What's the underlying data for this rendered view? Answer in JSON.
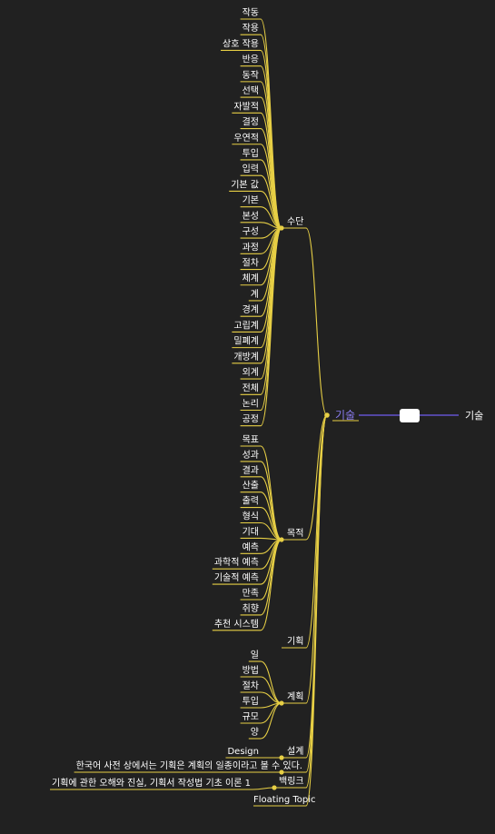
{
  "colors": {
    "background": "#212121",
    "branch_line": "#e7cf45",
    "root_text": "#8a7cf0",
    "right_line": "#6f5cf0",
    "text": "#ffffff"
  },
  "root": {
    "label": "기술"
  },
  "right_node": {
    "label": "기술"
  },
  "branches": [
    {
      "label": "수단",
      "children": [
        "작동",
        "작용",
        "상호 작용",
        "반응",
        "동작",
        "선택",
        "자발적",
        "결정",
        "우연적",
        "투입",
        "입력",
        "기본 값",
        "기본",
        "본성",
        "구성",
        "과정",
        "절차",
        "체계",
        "계",
        "경계",
        "고립계",
        "밀폐계",
        "개방계",
        "외계",
        "전체",
        "논리",
        "공정"
      ]
    },
    {
      "label": "목적",
      "children": [
        "목표",
        "성과",
        "결과",
        "산출",
        "출력",
        "형식",
        "기대",
        "예측",
        "과학적 예측",
        "기술적 예측",
        "만족",
        "취향",
        "추천 시스템"
      ]
    },
    {
      "label": "기획",
      "children": []
    },
    {
      "label": "계획",
      "children": [
        "일",
        "방법",
        "절차",
        "투입",
        "규모",
        "양"
      ]
    },
    {
      "label": "설계",
      "children": [
        "Design"
      ]
    },
    {
      "label": "",
      "children": [
        "한국어 사전 상에서는 기획은 계획의 일종이라고 볼 수 있다."
      ]
    },
    {
      "label": "백링크",
      "children": [
        "기획에 관한 오해와 진실, 기획서 작성법 기초 이론 1"
      ]
    },
    {
      "label": "Floating Topic",
      "children": []
    }
  ]
}
